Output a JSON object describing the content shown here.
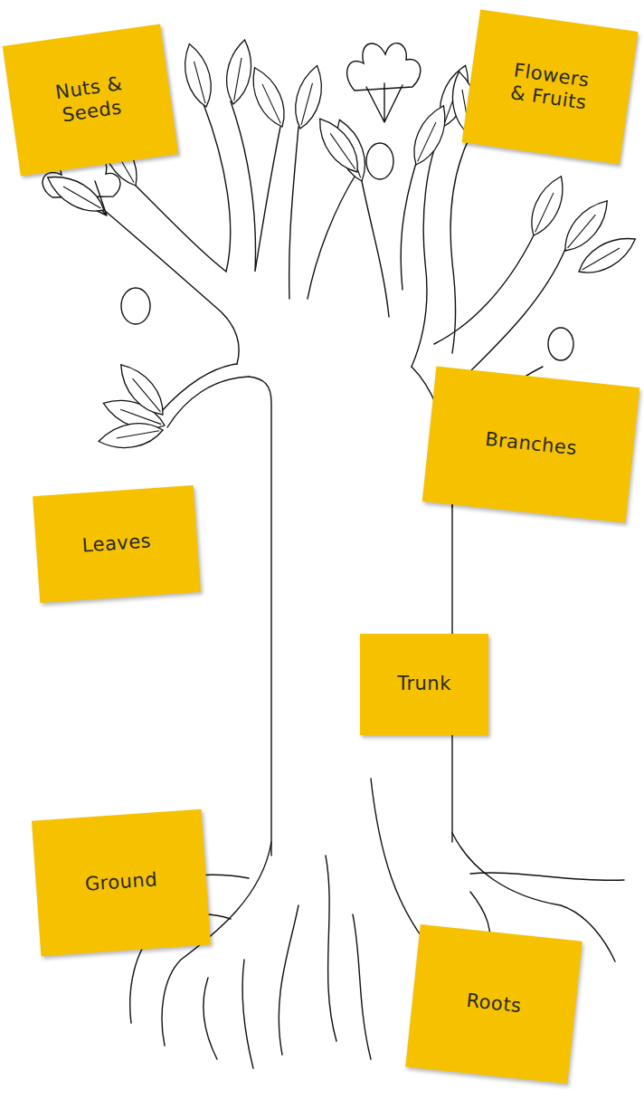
{
  "diagram": {
    "nodes": [
      {
        "text": [
          "Nuts & Seeds"
        ]
      },
      {
        "text": [
          "Flowers & Fruits"
        ]
      },
      {
        "text": [
          "Branches"
        ]
      },
      {
        "text": [
          "Leaves"
        ]
      },
      {
        "text": [
          "Trunk"
        ]
      },
      {
        "text": [
          "Ground"
        ]
      },
      {
        "text": [
          "Roots"
        ]
      }
    ]
  }
}
